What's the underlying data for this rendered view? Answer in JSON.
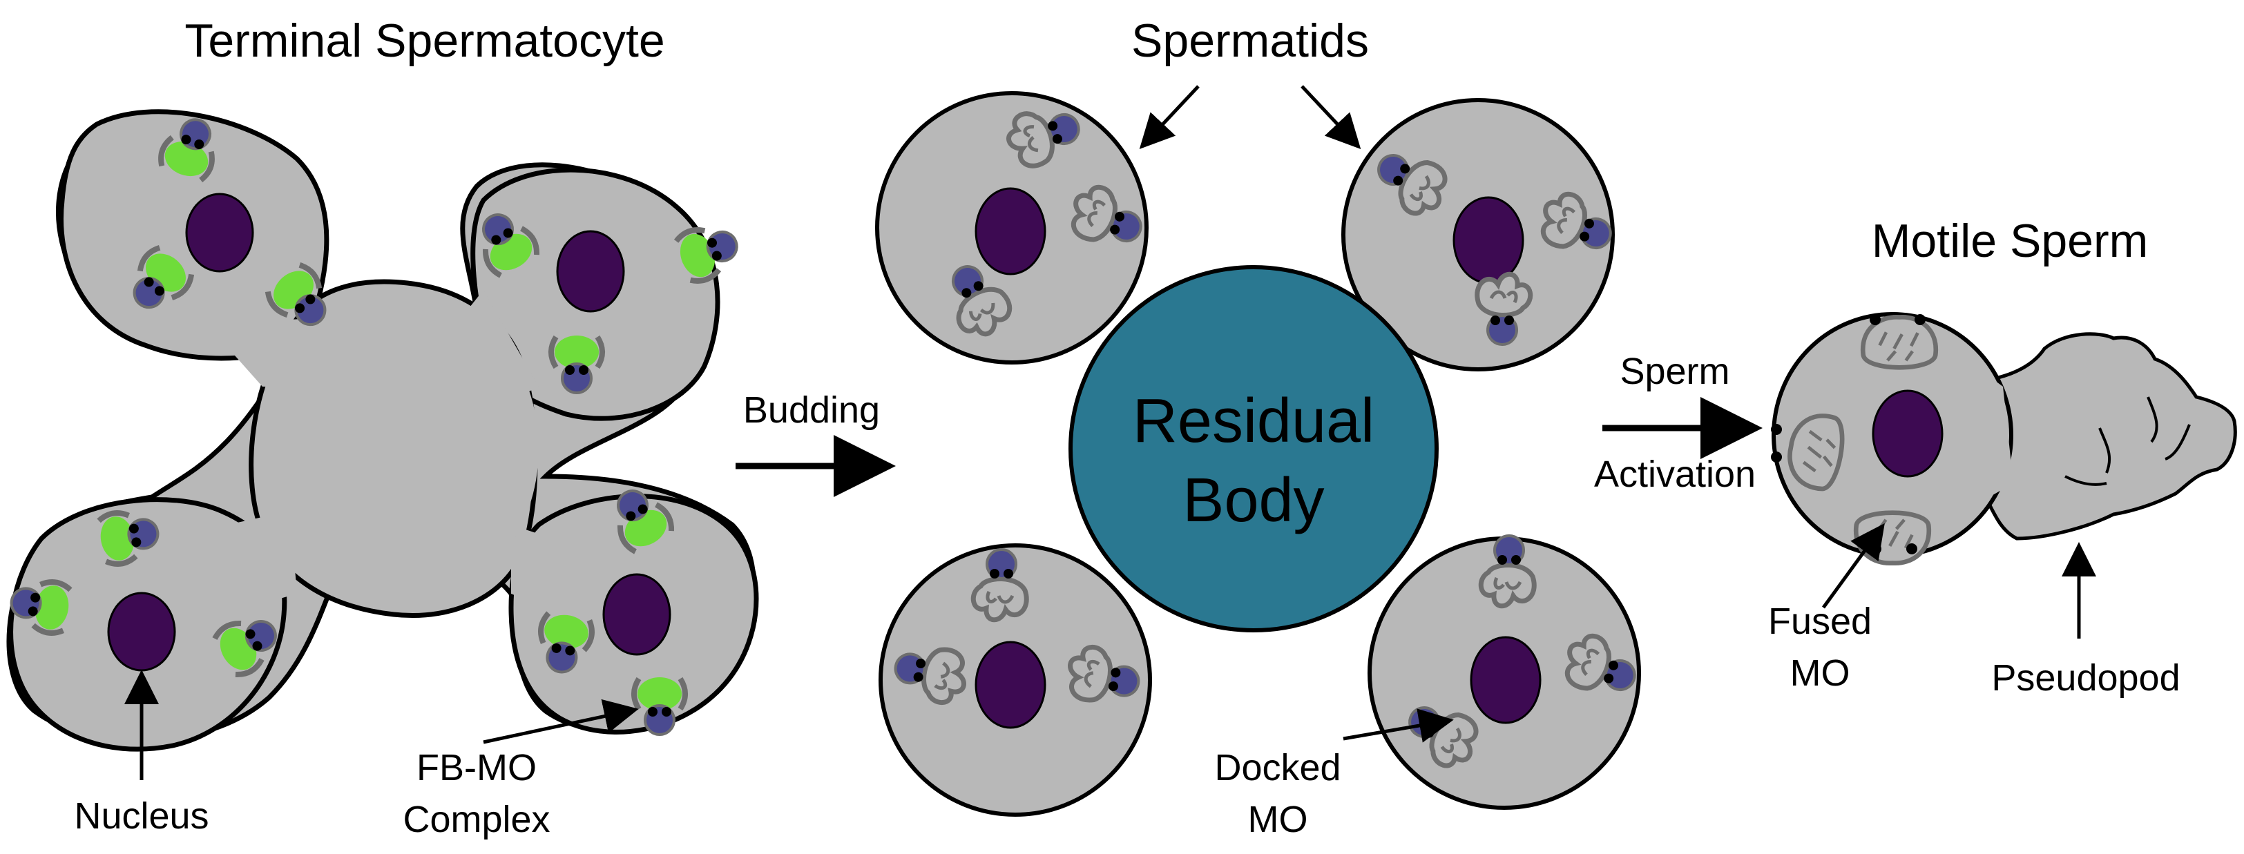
{
  "labels": {
    "terminal_spermatocyte": "Terminal Spermatocyte",
    "spermatids": "Spermatids",
    "motile_sperm": "Motile Sperm",
    "budding": "Budding",
    "residual_body_line1": "Residual",
    "residual_body_line2": "Body",
    "sperm_activation_line1": "Sperm",
    "sperm_activation_line2": "Activation",
    "nucleus": "Nucleus",
    "fbmo_line1": "FB-MO",
    "fbmo_line2": "Complex",
    "docked_line1": "Docked",
    "docked_line2": "MO",
    "fused_line1": "Fused",
    "fused_line2": "MO",
    "pseudopod": "Pseudopod"
  },
  "colors": {
    "cytoplasm": "#b8b8b8",
    "nucleus": "#3d0a52",
    "fibrous_body": "#6fdc3a",
    "membranous_organelle": "#4a4a90",
    "organelle_outline": "#6e6e6e",
    "residual_body": "#2a7891"
  }
}
